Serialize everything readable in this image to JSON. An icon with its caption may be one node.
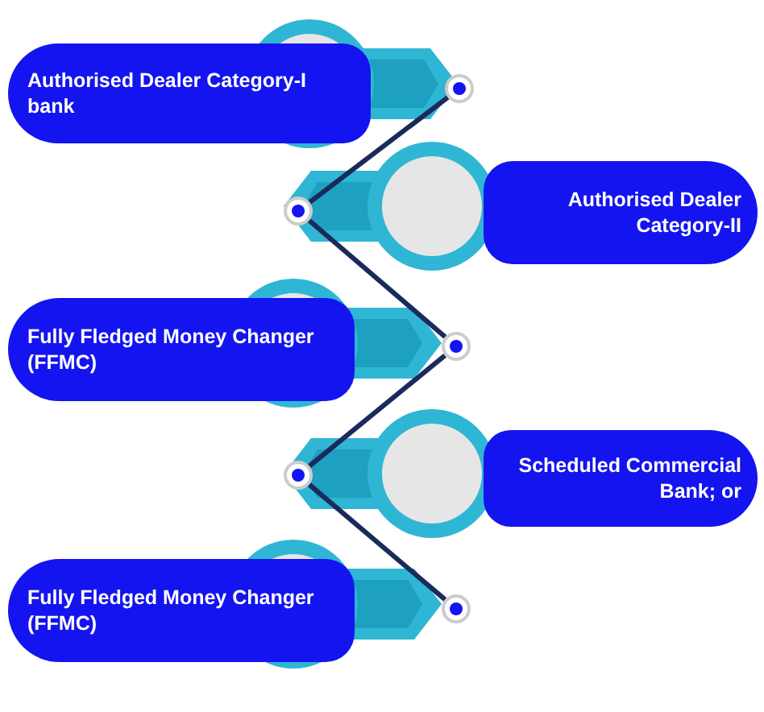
{
  "diagram": {
    "nodes": [
      {
        "text": [
          "Authorised Dealer Category-I bank"
        ]
      },
      {
        "text": [
          "Authorised Dealer Category-II"
        ]
      },
      {
        "text": [
          "Fully Fledged Money Changer (FFMC)"
        ]
      },
      {
        "text": [
          "Scheduled Commercial Bank; or"
        ]
      },
      {
        "text": [
          "Fully Fledged Money Changer (FFMC)"
        ]
      },
      {
        "text": [],
        "shape": "circle"
      },
      {
        "text": [],
        "shape": "circle"
      },
      {
        "text": [],
        "shape": "circle"
      },
      {
        "text": [],
        "shape": "circle"
      },
      {
        "text": [],
        "shape": "circle"
      }
    ],
    "edges": [
      {
        "from": 5,
        "to": 6,
        "arrow": "none"
      },
      {
        "from": 6,
        "to": 7,
        "arrow": "none"
      },
      {
        "from": 7,
        "to": 8,
        "arrow": "none"
      },
      {
        "from": 8,
        "to": 9,
        "arrow": "none"
      }
    ]
  }
}
